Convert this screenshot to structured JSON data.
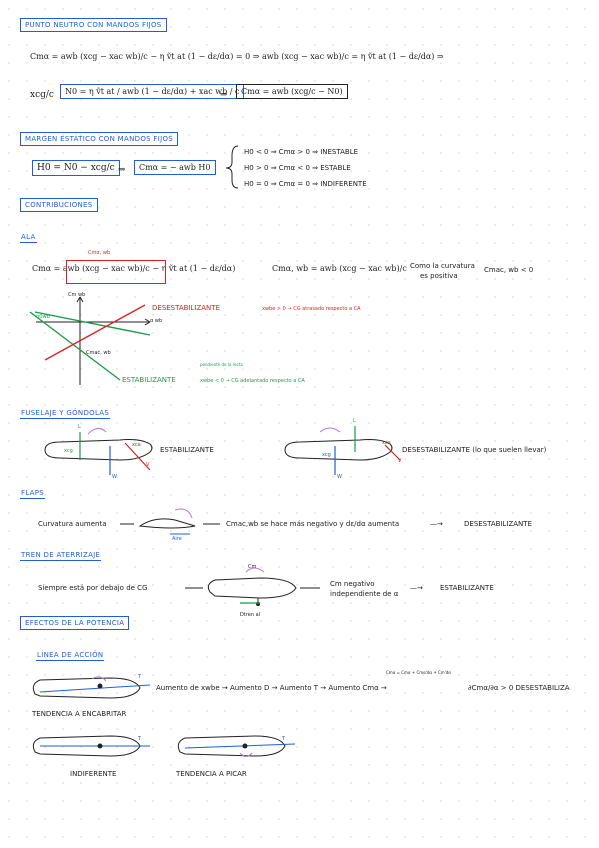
{
  "sections": {
    "punto_neutro": "PUNTO NEUTRO CON MANDOS FIJOS",
    "margen": "MARGEN ESTÁTICO CON MANDOS FIJOS",
    "contribuciones": "CONTRIBUCIONES",
    "ala": "ALA",
    "fuselaje": "FUSELAJE Y GÓNDOLAS",
    "flaps": "FLAPS",
    "tren": "TREN DE ATERRIZAJE",
    "potencia": "EFECTOS DE LA POTENCIA",
    "linea": "LÍNEA DE ACCIÓN"
  },
  "eq1": "Cmα = awb (xcg − xac wb)/c − η ṽt at (1 − dε/dα) = 0  ⇒  awb (xcg − xac wb)/c = η ṽt at (1 − dε/dα)  ⇒",
  "eq2_left": "xcg/c",
  "eq2_box": "N0 = η ṽt at / awb (1 − dε/dα) + xac wb / c",
  "eq2_result": "Cmα = awb (xcg/c − N0)",
  "margin_box": "H0 = N0 − xcg/c",
  "margin_result": "Cmα = − awb H0",
  "stability_cases": [
    "H0 < 0  ⇒  Cmα > 0  ⇒  INESTABLE",
    "H0 > 0  ⇒  Cmα < 0  ⇒  ESTABLE",
    "H0 = 0  ⇒  Cmα = 0  ⇒  INDIFERENTE"
  ],
  "ala_label_top": "Cmα, wb",
  "ala_eq": "Cmα = awb (xcg − xac wb)/c − η ṽt at (1 − dε/dα)",
  "ala_eq2": "Cmα, wb = awb (xcg − xac wb)/c",
  "ala_note1": "Como la curvatura",
  "ala_note2": "es positiva",
  "ala_note3": "Cmac, wb < 0",
  "graph": {
    "ylabel": "Cm wb",
    "xlabel": "α wb",
    "alpha0": "α0wb",
    "cmac": "Cmac, wb",
    "desest": "DESESTABILIZANTE",
    "desest_cond": "xwbe > 0 → CG atrasado respecto a CA",
    "estab": "ESTABILIZANTE",
    "estab_cond": "xwbe < 0 → CG adelantado respecto a CA",
    "small_note": "pendiente de la recta"
  },
  "fuselaje": {
    "left_label": "ESTABILIZANTE",
    "right_label": "DESESTABILIZANTE (lo que suelen llevar)",
    "L": "L",
    "W": "W",
    "V": "V",
    "xcg": "xcg",
    "xca": "xca"
  },
  "flaps": {
    "start": "Curvatura aumenta",
    "middle": "Cmac,wb se hace más negativo y dε/dα aumenta",
    "end": "DESESTABILIZANTE",
    "aire": "Aire"
  },
  "tren": {
    "start": "Siempre está por debajo de CG",
    "middle1": "Cm negativo",
    "middle2": "independiente de α",
    "end": "ESTABILIZANTE",
    "cm": "Cm",
    "dtren": "Dtren al"
  },
  "potencia": {
    "chain": "Aumento de xwbe → Aumento D → Aumento T → Aumento Cmα →",
    "result": "∂Cmα/∂α > 0  DESESTABILIZA",
    "small_eq": "Cmα = Cmα + Cmα'dα + Cm'dα",
    "t": "T",
    "enc": "TENDENCIA A ENCABRITAR",
    "ind": "INDIFERENTE",
    "pic": "TENDENCIA A PICAR"
  }
}
